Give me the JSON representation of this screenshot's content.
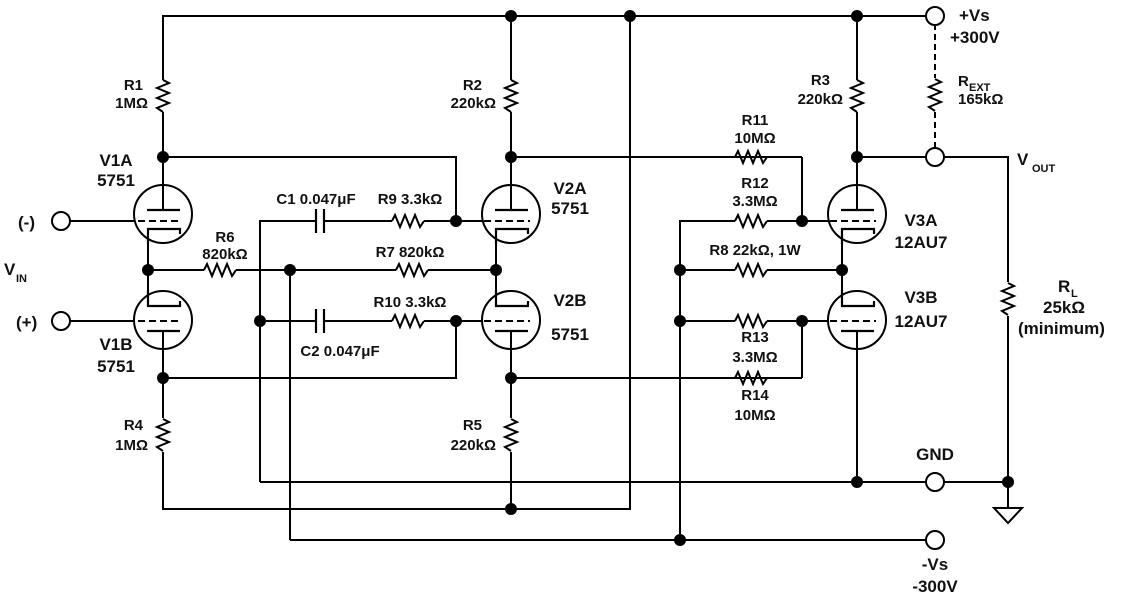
{
  "diagram": {
    "type": "vacuum-tube-differential-amplifier-schematic",
    "inputs": {
      "minus": "(-)",
      "plus": "(+)",
      "vin": "V",
      "vin_sub": "IN"
    },
    "supplies": {
      "pos_name": "+Vs",
      "pos_value": "+300V",
      "neg_name": "-Vs",
      "neg_value": "-300V",
      "gnd": "GND"
    },
    "output": {
      "name": "V",
      "sub": "OUT"
    },
    "tubes": [
      {
        "id": "V1A",
        "type": "5751"
      },
      {
        "id": "V1B",
        "type": "5751"
      },
      {
        "id": "V2A",
        "type": "5751"
      },
      {
        "id": "V2B",
        "type": "5751"
      },
      {
        "id": "V3A",
        "type": "12AU7"
      },
      {
        "id": "V3B",
        "type": "12AU7"
      }
    ],
    "resistors": {
      "R1": {
        "name": "R1",
        "value": "1MΩ"
      },
      "R2": {
        "name": "R2",
        "value": "220kΩ"
      },
      "R3": {
        "name": "R3",
        "value": "220kΩ"
      },
      "R4": {
        "name": "R4",
        "value": "1MΩ"
      },
      "R5": {
        "name": "R5",
        "value": "220kΩ"
      },
      "R6": {
        "name": "R6",
        "value": "820kΩ"
      },
      "R7": {
        "label": "R7 820kΩ"
      },
      "R8": {
        "label": "R8 22kΩ, 1W"
      },
      "R9": {
        "label": "R9 3.3kΩ"
      },
      "R10": {
        "label": "R10 3.3kΩ"
      },
      "R11": {
        "name": "R11",
        "value": "10MΩ"
      },
      "R12": {
        "name": "R12",
        "value": "3.3MΩ"
      },
      "R13": {
        "name": "R13",
        "value": "3.3MΩ"
      },
      "R14": {
        "name": "R14",
        "value": "10MΩ"
      },
      "REXT": {
        "name": "R",
        "sub": "EXT",
        "value": "165kΩ"
      },
      "RL": {
        "name": "R",
        "sub": "L",
        "value": "25kΩ",
        "note": "(minimum)"
      }
    },
    "capacitors": {
      "C1": {
        "label": "C1 0.047μF"
      },
      "C2": {
        "label": "C2 0.047μF"
      }
    }
  }
}
